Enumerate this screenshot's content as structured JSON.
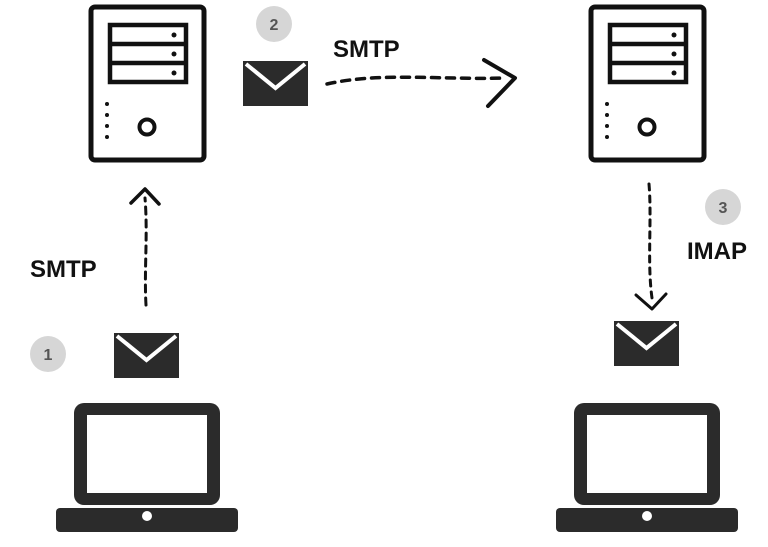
{
  "steps": [
    {
      "number": "1",
      "protocol": "SMTP"
    },
    {
      "number": "2",
      "protocol": "SMTP"
    },
    {
      "number": "3",
      "protocol": "IMAP"
    }
  ],
  "colors": {
    "ink": "#111111",
    "envelope": "#2b2b2b",
    "badge": "#d6d6d6",
    "badge_text": "#555555"
  },
  "icons": {
    "sender_computer": "laptop-icon",
    "sender_server": "server-icon",
    "receiver_server": "server-icon",
    "receiver_computer": "laptop-icon",
    "message": "envelope-icon"
  }
}
